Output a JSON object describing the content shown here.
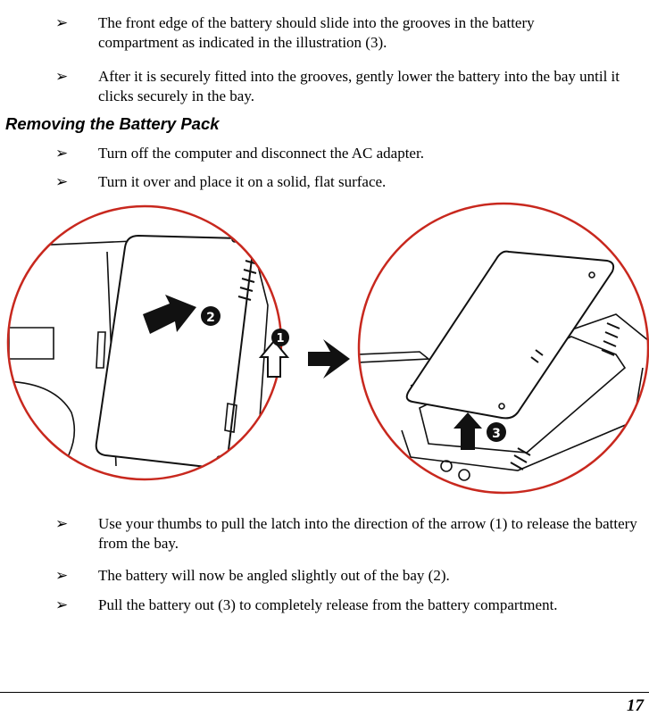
{
  "list_top": {
    "items": [
      {
        "marker": "➢",
        "text": "The front edge of the battery should slide into the grooves in the battery compartment as indicated in the illustration (3)."
      },
      {
        "marker": "➢",
        "text": "After it is securely fitted into the grooves, gently lower the battery into the bay until it clicks securely in the bay."
      }
    ]
  },
  "section": {
    "heading": "Removing the Battery Pack",
    "items": [
      {
        "marker": "➢",
        "text": "Turn off the computer and disconnect the AC adapter."
      },
      {
        "marker": "➢",
        "text": "Turn it over and place it on a solid, flat surface."
      }
    ]
  },
  "illustration": {
    "label_1": "❶",
    "label_2": "❷",
    "label_3": "❸",
    "colors": {
      "circle": "#c8281e",
      "line": "#111111"
    },
    "icons": [
      "arrow-right-icon",
      "arrow-up-icon"
    ]
  },
  "list_bottom": {
    "items": [
      {
        "marker": "➢",
        "text": "Use your thumbs to pull the latch into the direction of the arrow (1) to release the battery from the bay."
      },
      {
        "marker": "➢",
        "text": "The battery will now be angled slightly out of the bay (2)."
      },
      {
        "marker": "➢",
        "text": "Pull the battery out (3) to completely release from the battery compartment."
      }
    ]
  },
  "footer": {
    "page_number": "17"
  }
}
